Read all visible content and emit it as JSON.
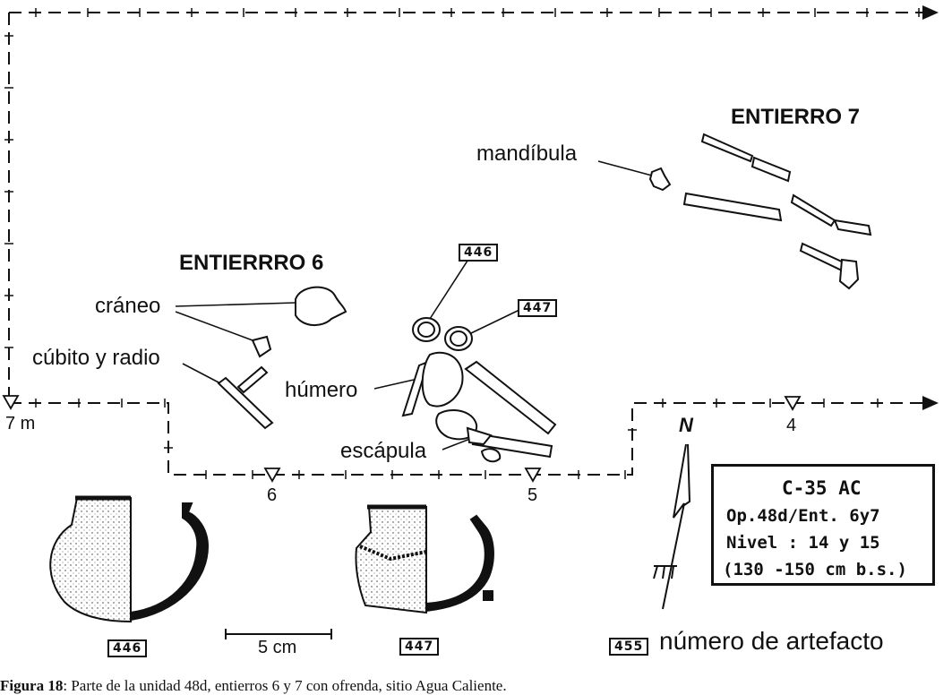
{
  "labels": {
    "entierro6": "ENTIERRRO 6",
    "entierro7": "ENTIERRO 7",
    "mandibula": "mandíbula",
    "craneo": "cráneo",
    "cubito": "cúbito y radio",
    "humero": "húmero",
    "escapula": "escápula"
  },
  "grid_markers": {
    "m7": "7 m",
    "m6": "6",
    "m5": "5",
    "m4": "4"
  },
  "north_label": "N",
  "artifact_tags": {
    "a446": "446",
    "a447": "447",
    "pot446": "446",
    "pot447": "447",
    "legend": "455"
  },
  "legend_text": "número de artefacto",
  "scale_label": "5 cm",
  "info_box": {
    "line1": "C-35 AC",
    "line2": "Op.48d/Ent. 6y7",
    "line3": "Nivel : 14 y 15",
    "line4": "(130 -150 cm b.s.)"
  },
  "caption": {
    "prefix": "Figura 18",
    "text": ": Parte de la unidad 48d, entierros 6 y 7 con ofrenda, sitio Agua Caliente."
  }
}
